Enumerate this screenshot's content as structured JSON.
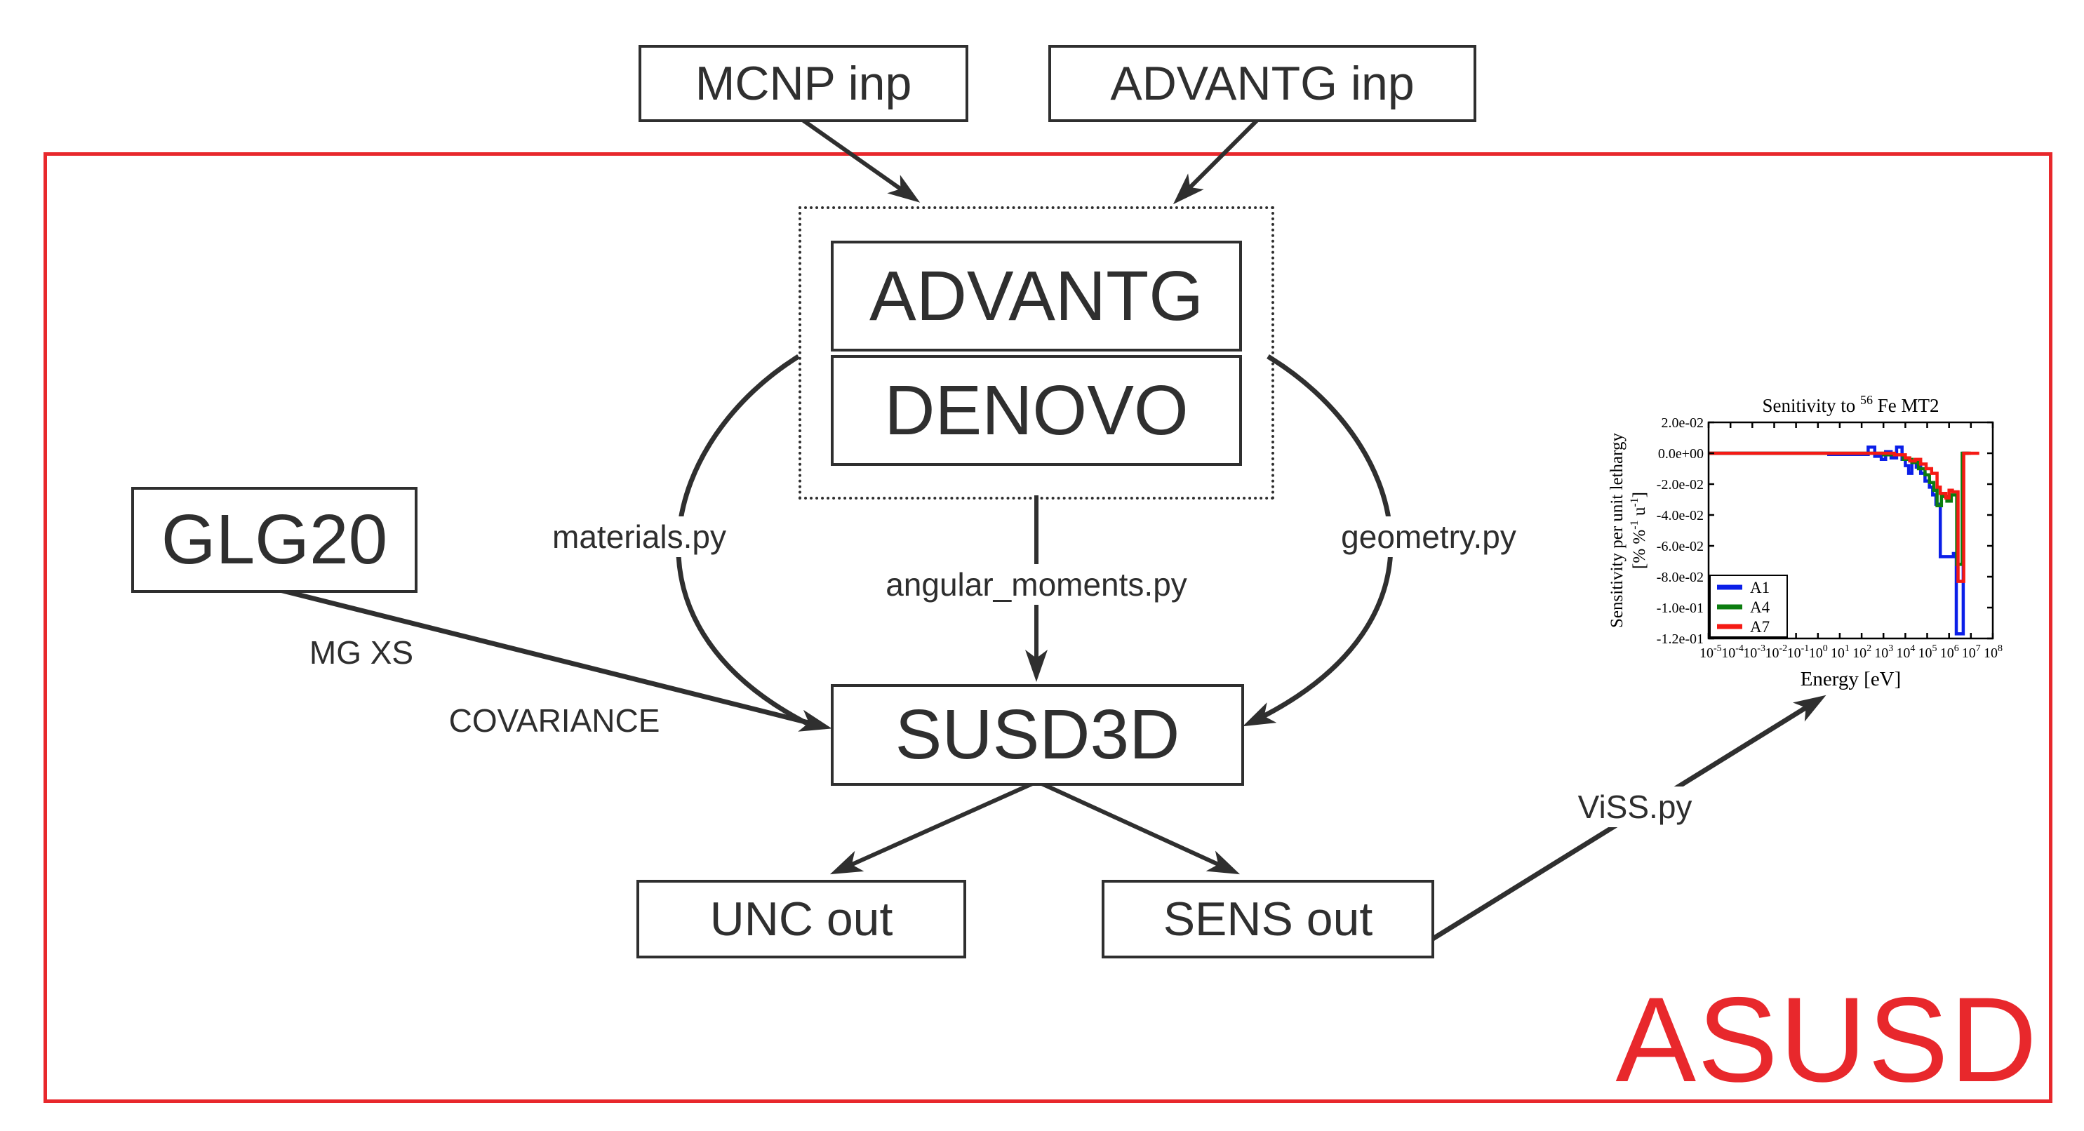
{
  "diagram": {
    "nodes": {
      "mcnp_inp": "MCNP inp",
      "advantg_inp": "ADVANTG inp",
      "advantg": "ADVANTG",
      "denovo": "DENOVO",
      "glg20": "GLG20",
      "susd3d": "SUSD3D",
      "unc_out": "UNC out",
      "sens_out": "SENS out"
    },
    "edge_labels": {
      "materials": "materials.py",
      "angular_moments": "angular_moments.py",
      "geometry": "geometry.py",
      "mg_xs": "MG XS",
      "covariance": "COVARIANCE",
      "viss": "ViSS.py"
    },
    "watermark": "ASUSD",
    "colors": {
      "accent_red": "#e8282c",
      "line_black": "#2f2f2f"
    }
  },
  "chart_data": {
    "type": "line",
    "subtype": "step",
    "title": {
      "prefix": "Senitivity to",
      "sup": "56",
      "suffix": "Fe MT2"
    },
    "xlabel": "Energy [eV]",
    "ylabel_line1": "Sensitivity per unit lethargy",
    "ylabel_line2_parts": [
      {
        "t": "[% %"
      },
      {
        "t": "-1",
        "sup": true
      },
      {
        "t": " u"
      },
      {
        "t": "-1",
        "sup": true
      },
      {
        "t": "]"
      }
    ],
    "x_log_range": [
      -5,
      8
    ],
    "x_tick_exponents": [
      -5,
      -4,
      -3,
      -2,
      -1,
      0,
      1,
      2,
      3,
      4,
      5,
      6,
      7,
      8
    ],
    "ylim": [
      -0.12,
      0.02
    ],
    "grid": false,
    "legend_position": "lower-left",
    "y_ticks": [
      {
        "v": 0.02,
        "label": "2.0e-02"
      },
      {
        "v": 0.0,
        "label": "0.0e+00"
      },
      {
        "v": -0.02,
        "label": "-2.0e-02"
      },
      {
        "v": -0.04,
        "label": "-4.0e-02"
      },
      {
        "v": -0.06,
        "label": "-6.0e-02"
      },
      {
        "v": -0.08,
        "label": "-8.0e-02"
      },
      {
        "v": -0.1,
        "label": "-1.0e-01"
      },
      {
        "v": -0.12,
        "label": "-1.2e-01"
      }
    ],
    "series": [
      {
        "name": "A1",
        "color": "#0b1fe8",
        "points": [
          [
            -5,
            0
          ],
          [
            0.5,
            -0.0008
          ],
          [
            2.3,
            0.004
          ],
          [
            2.6,
            -0.002
          ],
          [
            2.9,
            -0.004
          ],
          [
            3.1,
            0.001
          ],
          [
            3.35,
            -0.003
          ],
          [
            3.6,
            0.004
          ],
          [
            3.85,
            -0.004
          ],
          [
            4.0,
            -0.008
          ],
          [
            4.15,
            -0.013
          ],
          [
            4.3,
            -0.006
          ],
          [
            4.5,
            -0.009
          ],
          [
            4.7,
            -0.013
          ],
          [
            4.9,
            -0.018
          ],
          [
            5.1,
            -0.022
          ],
          [
            5.25,
            -0.027
          ],
          [
            5.4,
            -0.033
          ],
          [
            5.6,
            -0.067
          ],
          [
            6.2,
            -0.065
          ],
          [
            6.33,
            -0.117
          ],
          [
            6.65,
            0
          ],
          [
            6.9,
            0
          ]
        ]
      },
      {
        "name": "A4",
        "color": "#0c7d10",
        "points": [
          [
            -5,
            0
          ],
          [
            3.0,
            -0.001
          ],
          [
            3.9,
            -0.004
          ],
          [
            4.3,
            -0.006
          ],
          [
            4.6,
            -0.01
          ],
          [
            4.9,
            -0.014
          ],
          [
            5.1,
            -0.019
          ],
          [
            5.3,
            -0.024
          ],
          [
            5.45,
            -0.034
          ],
          [
            5.65,
            -0.028
          ],
          [
            5.9,
            -0.031
          ],
          [
            6.1,
            -0.027
          ],
          [
            6.35,
            -0.072
          ],
          [
            6.6,
            0
          ],
          [
            7.0,
            0
          ]
        ]
      },
      {
        "name": "A7",
        "color": "#f51a14",
        "points": [
          [
            -5,
            0
          ],
          [
            3.5,
            -0.001
          ],
          [
            4.0,
            -0.003
          ],
          [
            4.2,
            -0.005
          ],
          [
            4.45,
            -0.004
          ],
          [
            4.7,
            -0.007
          ],
          [
            4.95,
            -0.01
          ],
          [
            5.2,
            -0.013
          ],
          [
            5.45,
            -0.022
          ],
          [
            5.6,
            -0.026
          ],
          [
            5.85,
            -0.029
          ],
          [
            6.0,
            -0.024
          ],
          [
            6.15,
            -0.025
          ],
          [
            6.41,
            -0.083
          ],
          [
            6.67,
            0
          ],
          [
            7.38,
            0
          ]
        ]
      }
    ]
  }
}
